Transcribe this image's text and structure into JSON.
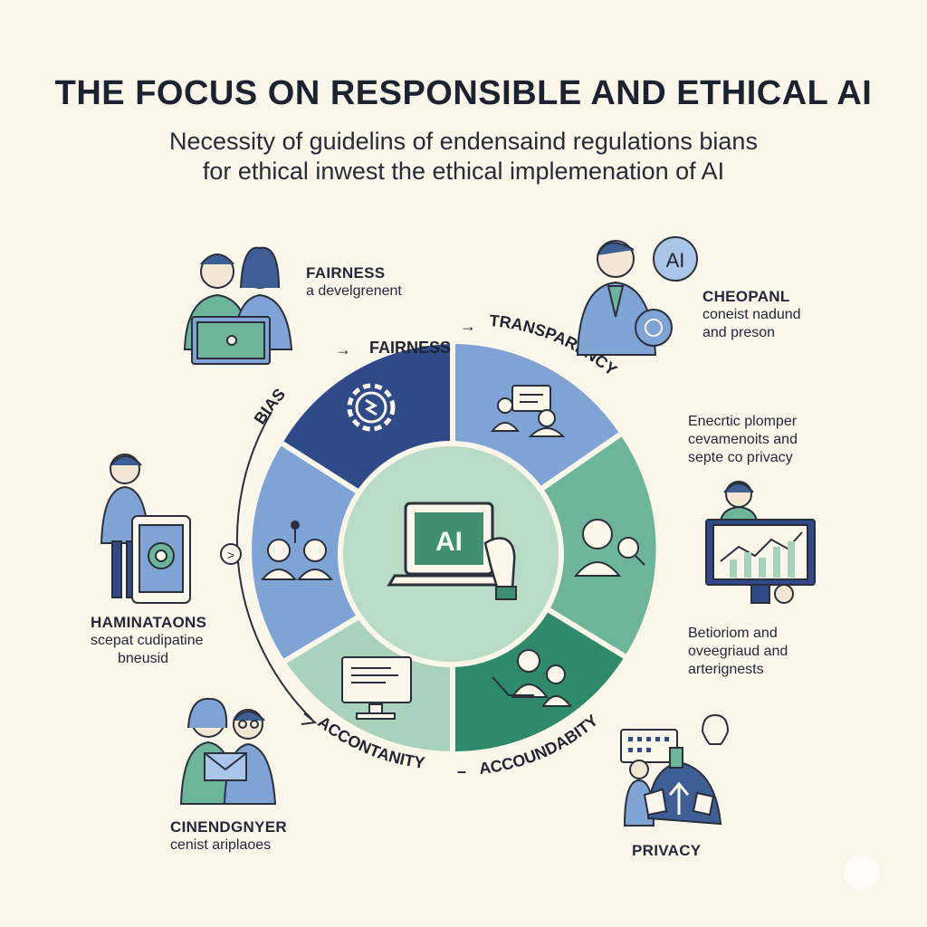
{
  "title": "THE FOCUS ON RESPONSIBLE AND ETHICAL AI",
  "subtitle": {
    "line1": "Necessity of guidelins of endensaind regulations bians",
    "line2": "for ethical inwest the ethical implemenation of AI"
  },
  "wheel": {
    "center_label": "AI",
    "ring_labels": {
      "bias": "BIAS",
      "fairness": "FAIRNESS",
      "transparency": "TRANSPARENCY",
      "accountability_left": "ACCONTANITY",
      "accountability_right": "ACCOUNDABITY"
    },
    "segment_colors": [
      "#2f4a86",
      "#7ea3d4",
      "#6db59a",
      "#2f8a6c",
      "#a9d2bc",
      "#7ea3d4"
    ],
    "center_color": "#b9dcc6"
  },
  "side_labels": {
    "top_left": {
      "heading": "FAIRNESS",
      "line1": "a develgrenent"
    },
    "top_right": {
      "heading": "CHEOPANL",
      "line1": "coneist nadund",
      "line2": "and preson",
      "badge": "AI"
    },
    "right_upper": {
      "line1": "Enecrtic plomper",
      "line2": "cevamenoits and",
      "line3": "septe co privacy"
    },
    "left_middle": {
      "heading": "HAMINATAONS",
      "line1": "scepat cudipatine",
      "line2": "bneusid"
    },
    "right_lower": {
      "line1": "Betioriom and",
      "line2": "oveegriaud and",
      "line3": "arterignests"
    },
    "bottom_left": {
      "heading": "CINENDGNYER",
      "line1": "cenist ariplaoes"
    },
    "bottom_right": {
      "heading": "PRIVACY"
    }
  },
  "arrow_glyphs": {
    "right_arrow": "→",
    "circle_arrow": ">"
  },
  "dash": "–"
}
